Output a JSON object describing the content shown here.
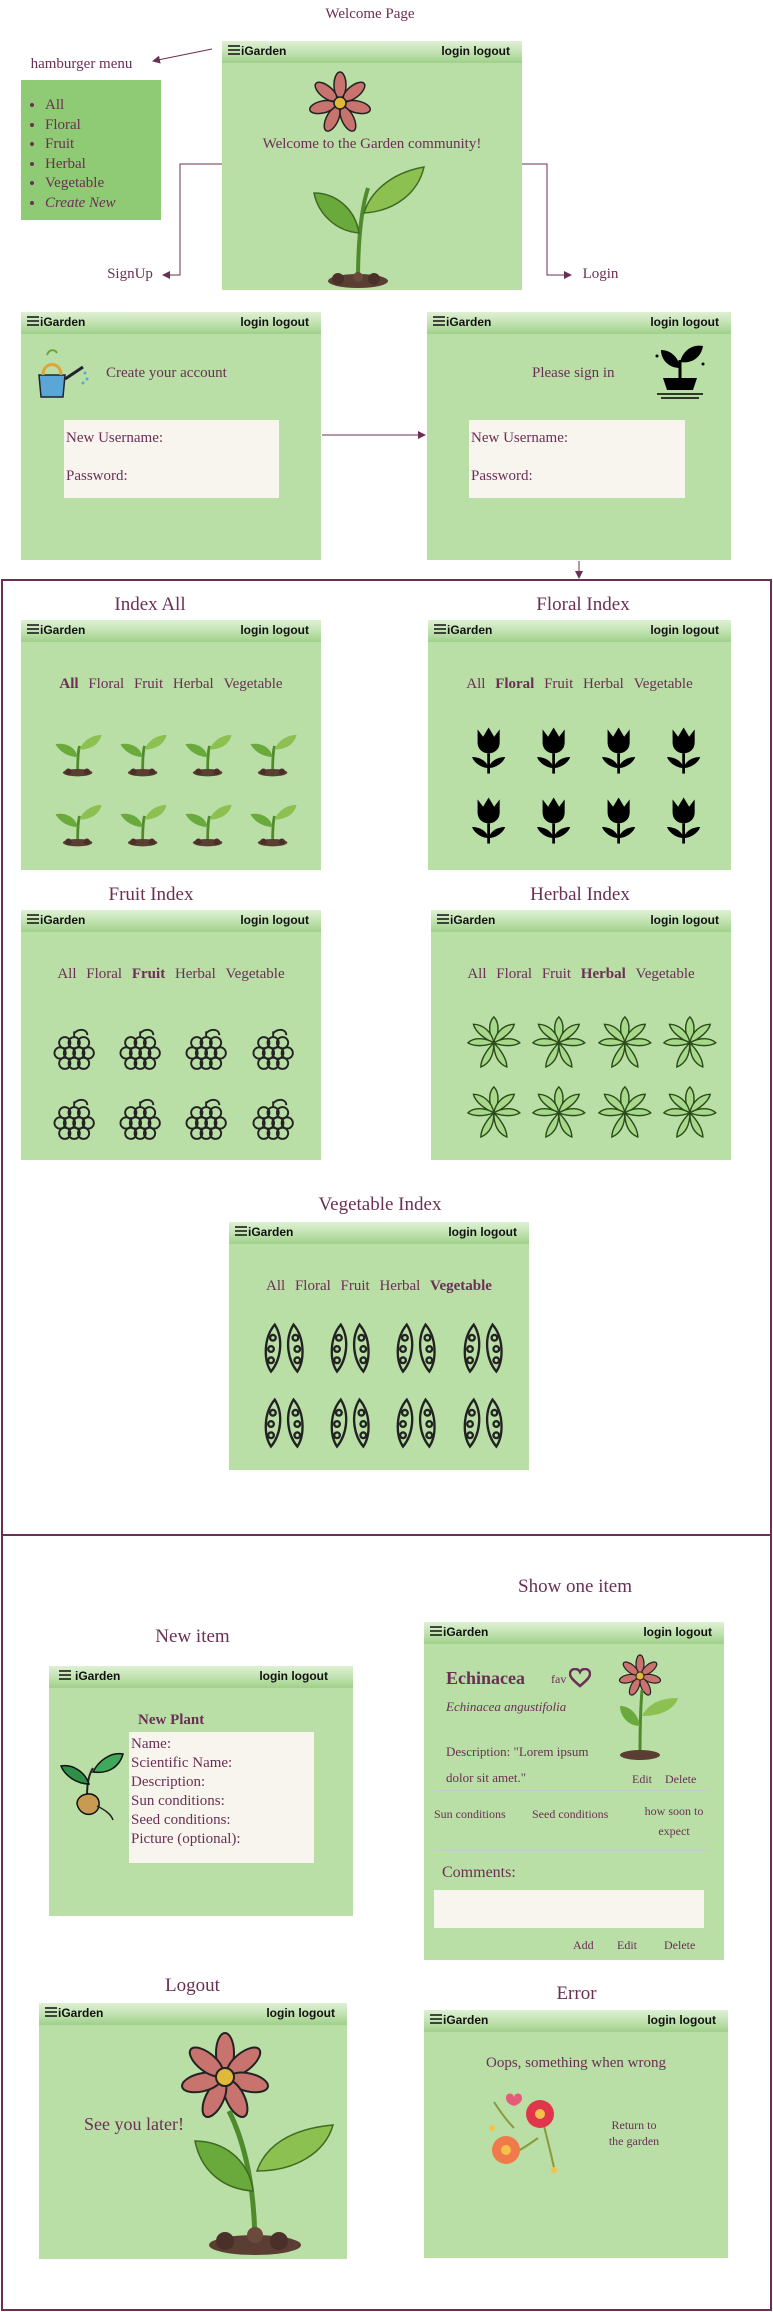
{
  "captions": {
    "welcome": "Welcome Page",
    "hamburger": "hamburger menu",
    "signup": "SignUp",
    "login": "Login",
    "index_all": "Index All",
    "floral_index": "Floral Index",
    "fruit_index": "Fruit Index",
    "herbal_index": "Herbal Index",
    "vegetable_index": "Vegetable Index",
    "show_one": "Show one item",
    "new_item": "New item",
    "logout": "Logout",
    "error": "Error"
  },
  "header": {
    "brand": "iGarden",
    "login_logout": "login logout",
    "menu_icon": "hamburger-icon"
  },
  "hamburger_menu": {
    "items": [
      "All",
      "Floral",
      "Fruit",
      "Herbal",
      "Vegetable"
    ],
    "create_new": "Create New"
  },
  "welcome": {
    "message": "Welcome to the Garden community!"
  },
  "signup": {
    "title": "Create your account",
    "username_label": "New Username:",
    "password_label": "Password:"
  },
  "signin": {
    "title": "Please sign in",
    "username_label": "New Username:",
    "password_label": "Password:"
  },
  "tabs": [
    "All",
    "Floral",
    "Fruit",
    "Herbal",
    "Vegetable"
  ],
  "new_item": {
    "title": "New Plant",
    "fields": [
      "Name:",
      "Scientific Name:",
      "Description:",
      "Sun conditions:",
      "Seed conditions:",
      "Picture (optional):"
    ]
  },
  "show_item": {
    "name": "Echinacea",
    "fav": "fav",
    "scientific": "Echinacea angustifolia",
    "description_line1": "Description: \"Lorem ipsum",
    "description_line2": "dolor sit amet.\"",
    "edit": "Edit",
    "delete": "Delete",
    "sun": "Sun conditions",
    "seed": "Seed conditions",
    "howsoon_line1": "how soon to",
    "howsoon_line2": "expect",
    "comments_label": "Comments:",
    "add": "Add",
    "comment_edit": "Edit",
    "comment_delete": "Delete"
  },
  "logout_screen": {
    "message": "See you later!"
  },
  "error_screen": {
    "message": "Oops, something when wrong",
    "return_line1": "Return to",
    "return_line2": "the garden"
  },
  "colors": {
    "screen_bg": "#b9dfa6",
    "menu_bg": "#8fca74",
    "text": "#6b2f55",
    "field_bg": "#f8f5ee",
    "frame": "#6b2f55"
  }
}
